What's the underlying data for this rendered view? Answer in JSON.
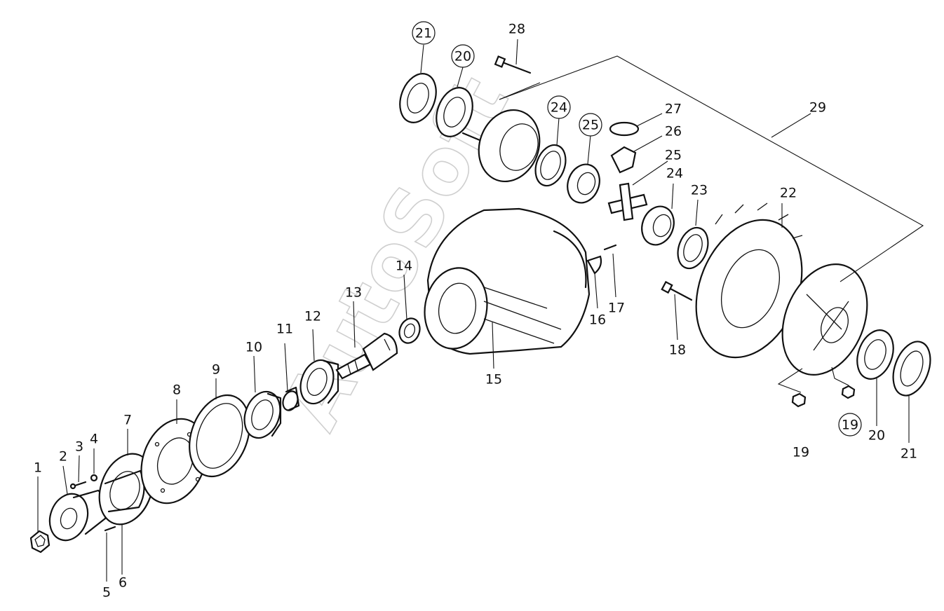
{
  "watermark": "AutoSoft",
  "callouts": [
    {
      "id": "1",
      "label": "1",
      "circled": false
    },
    {
      "id": "2",
      "label": "2",
      "circled": false
    },
    {
      "id": "3",
      "label": "3",
      "circled": false
    },
    {
      "id": "4",
      "label": "4",
      "circled": false
    },
    {
      "id": "5",
      "label": "5",
      "circled": false
    },
    {
      "id": "6",
      "label": "6",
      "circled": false
    },
    {
      "id": "7",
      "label": "7",
      "circled": false
    },
    {
      "id": "8",
      "label": "8",
      "circled": false
    },
    {
      "id": "9",
      "label": "9",
      "circled": false
    },
    {
      "id": "10",
      "label": "10",
      "circled": false
    },
    {
      "id": "11",
      "label": "11",
      "circled": false
    },
    {
      "id": "12",
      "label": "12",
      "circled": false
    },
    {
      "id": "13",
      "label": "13",
      "circled": false
    },
    {
      "id": "14",
      "label": "14",
      "circled": false
    },
    {
      "id": "15",
      "label": "15",
      "circled": false
    },
    {
      "id": "16",
      "label": "16",
      "circled": false
    },
    {
      "id": "17",
      "label": "17",
      "circled": false
    },
    {
      "id": "18",
      "label": "18",
      "circled": false
    },
    {
      "id": "19a",
      "label": "19",
      "circled": false
    },
    {
      "id": "19b",
      "label": "19",
      "circled": true
    },
    {
      "id": "20a",
      "label": "20",
      "circled": true
    },
    {
      "id": "20b",
      "label": "20",
      "circled": false
    },
    {
      "id": "21a",
      "label": "21",
      "circled": true
    },
    {
      "id": "21b",
      "label": "21",
      "circled": false
    },
    {
      "id": "22",
      "label": "22",
      "circled": false
    },
    {
      "id": "23",
      "label": "23",
      "circled": false
    },
    {
      "id": "24a",
      "label": "24",
      "circled": true
    },
    {
      "id": "24b",
      "label": "24",
      "circled": false
    },
    {
      "id": "25a",
      "label": "25",
      "circled": true
    },
    {
      "id": "25b",
      "label": "25",
      "circled": false
    },
    {
      "id": "26",
      "label": "26",
      "circled": false
    },
    {
      "id": "27",
      "label": "27",
      "circled": false
    },
    {
      "id": "28",
      "label": "28",
      "circled": false
    },
    {
      "id": "29",
      "label": "29",
      "circled": false
    }
  ]
}
